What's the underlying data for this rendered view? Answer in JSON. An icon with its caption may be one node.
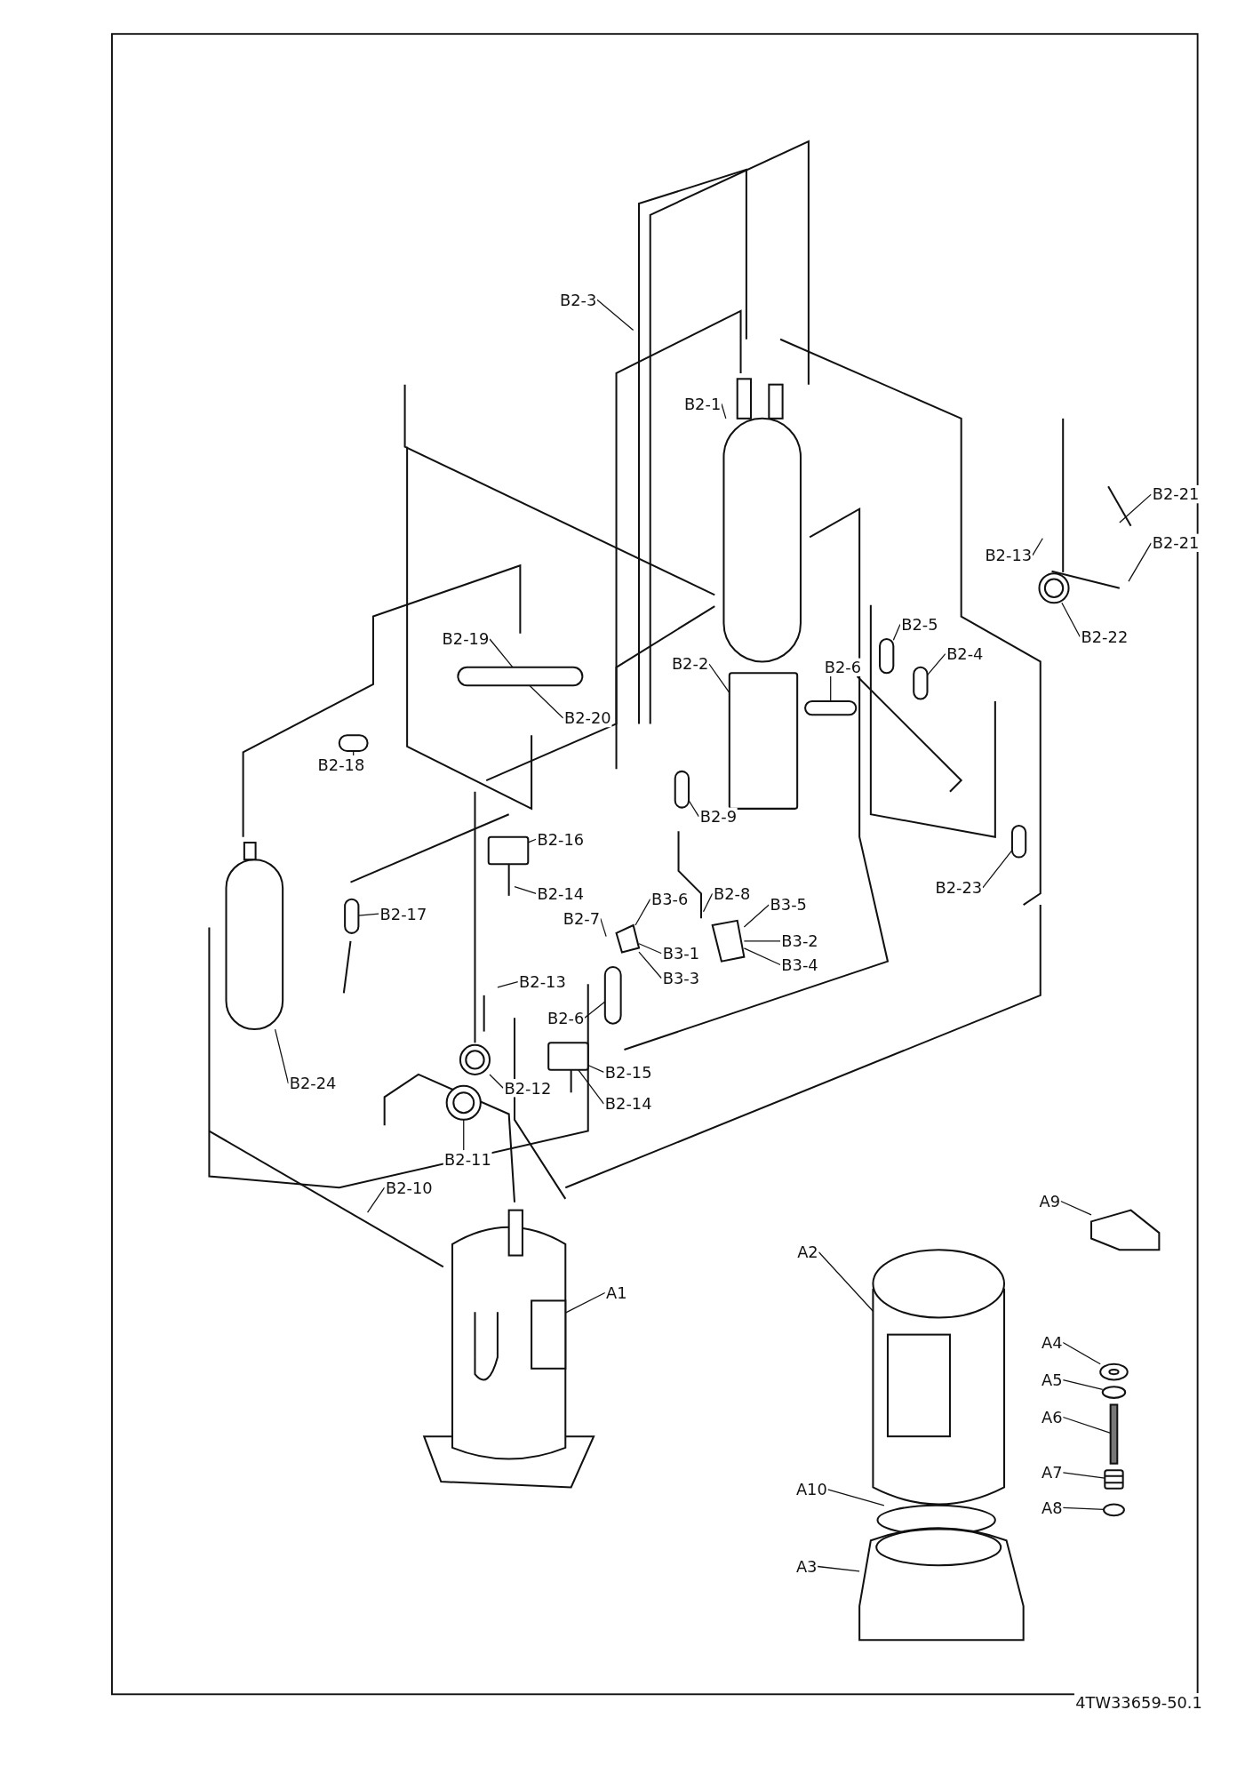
{
  "diagram": {
    "nodes": [
      {
        "text": [
          "B2-3"
        ]
      },
      {
        "text": [
          "B2-1"
        ]
      },
      {
        "text": [
          "B2-21"
        ]
      },
      {
        "text": [
          "B2-21"
        ]
      },
      {
        "text": [
          "B2-13"
        ]
      },
      {
        "text": [
          "B2-22"
        ]
      },
      {
        "text": [
          "B2-19"
        ]
      },
      {
        "text": [
          "B2-2"
        ]
      },
      {
        "text": [
          "B2-6"
        ]
      },
      {
        "text": [
          "B2-5"
        ]
      },
      {
        "text": [
          "B2-4"
        ]
      },
      {
        "text": [
          "B2-20"
        ]
      },
      {
        "text": [
          "B2-18"
        ]
      },
      {
        "text": [
          "B2-9"
        ]
      },
      {
        "text": [
          "B2-16"
        ]
      },
      {
        "text": [
          "B2-14"
        ]
      },
      {
        "text": [
          "B2-17"
        ]
      },
      {
        "text": [
          "B2-7"
        ]
      },
      {
        "text": [
          "B2-8"
        ]
      },
      {
        "text": [
          "B3-6"
        ]
      },
      {
        "text": [
          "B3-5"
        ]
      },
      {
        "text": [
          "B3-1"
        ]
      },
      {
        "text": [
          "B3-2"
        ]
      },
      {
        "text": [
          "B3-4"
        ]
      },
      {
        "text": [
          "B2-23"
        ]
      },
      {
        "text": [
          "B2-13"
        ]
      },
      {
        "text": [
          "B2-6"
        ]
      },
      {
        "text": [
          "B2-24"
        ]
      },
      {
        "text": [
          "B2-12"
        ]
      },
      {
        "text": [
          "B2-15"
        ]
      },
      {
        "text": [
          "B2-14"
        ]
      },
      {
        "text": [
          "B2-11"
        ]
      },
      {
        "text": [
          "B2-10"
        ]
      },
      {
        "text": [
          "A1"
        ]
      },
      {
        "text": [
          "A2"
        ]
      },
      {
        "text": [
          "A9"
        ]
      },
      {
        "text": [
          "A4"
        ]
      },
      {
        "text": [
          "A5"
        ]
      },
      {
        "text": [
          "A6"
        ]
      },
      {
        "text": [
          "A7"
        ]
      },
      {
        "text": [
          "A8"
        ]
      },
      {
        "text": [
          "A10"
        ]
      },
      {
        "text": [
          "A3"
        ]
      },
      {
        "text": [
          "B3-3"
        ]
      },
      {
        "text": [],
        "shape": "cylinder"
      },
      {
        "text": [],
        "shape": "box"
      },
      {
        "text": [],
        "shape": "cylinder"
      },
      {
        "text": [],
        "shape": "cylinder"
      },
      {
        "text": [],
        "shape": "cylinder"
      },
      {
        "text": [],
        "shape": "cylinder"
      },
      {
        "text": [],
        "shape": "cylinder"
      },
      {
        "text": [],
        "shape": "cylinder"
      },
      {
        "text": [],
        "shape": "box"
      },
      {
        "text": [],
        "shape": "cylinder"
      },
      {
        "text": [],
        "shape": "picture"
      },
      {
        "text": [],
        "shape": "picture"
      },
      {
        "text": [],
        "shape": "cylinder"
      },
      {
        "text": [],
        "shape": "cylinder"
      },
      {
        "text": [],
        "shape": "cylinder"
      },
      {
        "text": [],
        "shape": "circle"
      },
      {
        "text": [],
        "shape": "box"
      },
      {
        "text": [],
        "shape": "circle"
      },
      {
        "text": [],
        "shape": "picture"
      },
      {
        "text": [],
        "shape": "picture"
      },
      {
        "text": [],
        "shape": "picture"
      },
      {
        "text": [],
        "shape": "circle"
      },
      {
        "text": [],
        "shape": "circle"
      },
      {
        "text": [],
        "shape": "bar"
      },
      {
        "text": [],
        "shape": "box"
      },
      {
        "text": [],
        "shape": "circle"
      },
      {
        "text": [],
        "shape": "circle"
      },
      {
        "text": [],
        "shape": "picture"
      },
      {
        "text": [],
        "shape": "circle"
      }
    ],
    "edges": [
      {
        "from": 0,
        "to": null,
        "arrow": "none"
      },
      {
        "from": 1,
        "to": 44,
        "arrow": "none"
      },
      {
        "from": 2,
        "to": null,
        "arrow": "none"
      },
      {
        "from": 3,
        "to": null,
        "arrow": "none"
      },
      {
        "from": 4,
        "to": null,
        "arrow": "none"
      },
      {
        "from": 5,
        "to": 72,
        "arrow": "none"
      },
      {
        "from": 6,
        "to": 49,
        "arrow": "none"
      },
      {
        "from": 7,
        "to": 45,
        "arrow": "none"
      },
      {
        "from": 8,
        "to": 46,
        "arrow": "none"
      },
      {
        "from": 9,
        "to": 47,
        "arrow": "none"
      },
      {
        "from": 10,
        "to": 48,
        "arrow": "none"
      },
      {
        "from": 11,
        "to": 49,
        "arrow": "none"
      },
      {
        "from": 12,
        "to": 50,
        "arrow": "none"
      },
      {
        "from": 13,
        "to": 51,
        "arrow": "none"
      },
      {
        "from": 14,
        "to": 52,
        "arrow": "none"
      },
      {
        "from": 15,
        "to": null,
        "arrow": "none"
      },
      {
        "from": 16,
        "to": 53,
        "arrow": "none"
      },
      {
        "from": 17,
        "to": null,
        "arrow": "none"
      },
      {
        "from": 18,
        "to": null,
        "arrow": "none"
      },
      {
        "from": 19,
        "to": 54,
        "arrow": "none"
      },
      {
        "from": 20,
        "to": 55,
        "arrow": "none"
      },
      {
        "from": 21,
        "to": 54,
        "arrow": "none"
      },
      {
        "from": 22,
        "to": 55,
        "arrow": "none"
      },
      {
        "from": 23,
        "to": 55,
        "arrow": "none"
      },
      {
        "from": 24,
        "to": 56,
        "arrow": "none"
      },
      {
        "from": 25,
        "to": null,
        "arrow": "none"
      },
      {
        "from": 26,
        "to": 57,
        "arrow": "none"
      },
      {
        "from": 27,
        "to": 58,
        "arrow": "none"
      },
      {
        "from": 28,
        "to": 59,
        "arrow": "none"
      },
      {
        "from": 29,
        "to": 60,
        "arrow": "none"
      },
      {
        "from": 30,
        "to": 60,
        "arrow": "none"
      },
      {
        "from": 31,
        "to": 61,
        "arrow": "none"
      },
      {
        "from": 32,
        "to": null,
        "arrow": "none"
      },
      {
        "from": 33,
        "to": 62,
        "arrow": "none"
      },
      {
        "from": 34,
        "to": 63,
        "arrow": "none"
      },
      {
        "from": 35,
        "to": 64,
        "arrow": "none"
      },
      {
        "from": 36,
        "to": 65,
        "arrow": "none"
      },
      {
        "from": 37,
        "to": 66,
        "arrow": "none"
      },
      {
        "from": 38,
        "to": 67,
        "arrow": "none"
      },
      {
        "from": 39,
        "to": 68,
        "arrow": "none"
      },
      {
        "from": 40,
        "to": 69,
        "arrow": "none"
      },
      {
        "from": 41,
        "to": 70,
        "arrow": "none"
      },
      {
        "from": 42,
        "to": 71,
        "arrow": "none"
      },
      {
        "from": 43,
        "to": 54,
        "arrow": "none"
      }
    ],
    "labels": [
      "4TW33659-50.1"
    ]
  }
}
